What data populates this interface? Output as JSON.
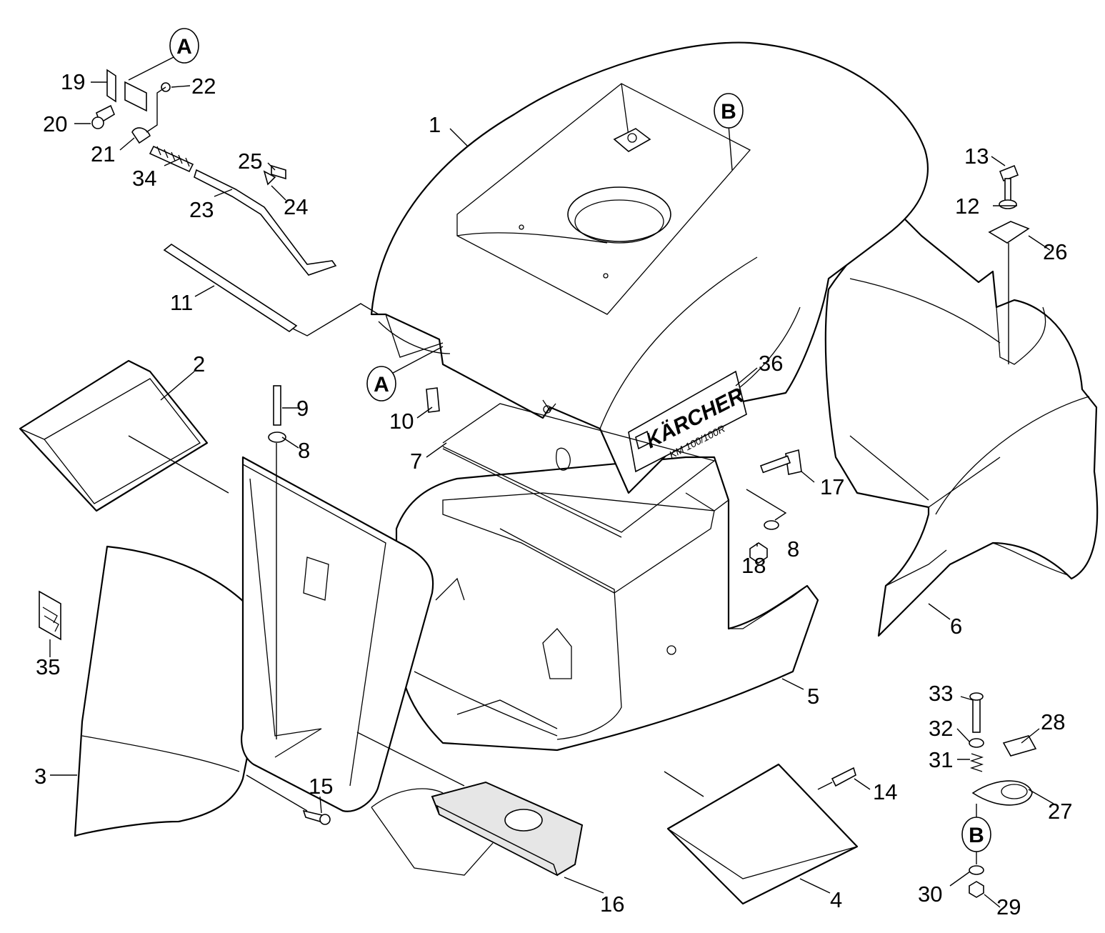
{
  "diagram": {
    "part_numbers": {
      "p1": "1",
      "p2": "2",
      "p3": "3",
      "p4": "4",
      "p5": "5",
      "p6": "6",
      "p7": "7",
      "p8a": "8",
      "p8b": "8",
      "p9": "9",
      "p10": "10",
      "p11": "11",
      "p12": "12",
      "p13": "13",
      "p14": "14",
      "p15": "15",
      "p16": "16",
      "p17": "17",
      "p18": "18",
      "p19": "19",
      "p20": "20",
      "p21": "21",
      "p22": "22",
      "p23": "23",
      "p24": "24",
      "p25": "25",
      "p26": "26",
      "p27": "27",
      "p28": "28",
      "p29": "29",
      "p30": "30",
      "p31": "31",
      "p32": "32",
      "p33": "33",
      "p34": "34",
      "p35": "35",
      "p36": "36"
    },
    "connection_refs": {
      "a_top": "A",
      "a_mid": "A",
      "b_top": "B",
      "b_bottom": "B"
    },
    "logo": {
      "brand": "KÄRCHER",
      "model": "KM 100/100R"
    },
    "colors": {
      "line": "#000000",
      "background": "#ffffff",
      "highlight_fill": "#e6e6e6"
    }
  }
}
